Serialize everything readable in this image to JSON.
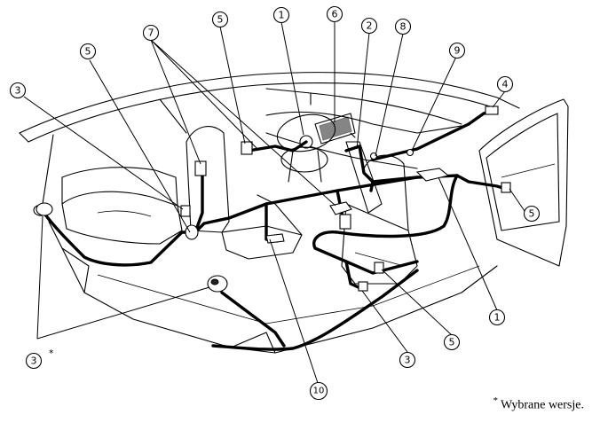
{
  "callouts": {
    "c1_top": "1",
    "c2": "2",
    "c3_left": "3",
    "c3_bottom_left": "3",
    "c3_bottom_mid": "3",
    "c4": "4",
    "c5_topleft": "5",
    "c5_topmid": "5",
    "c5_right": "5",
    "c5_bottom": "5",
    "c6": "6",
    "c7": "7",
    "c8": "8",
    "c9": "9",
    "c10": "10",
    "c1_bottom": "1"
  },
  "asterisk_mark": "*",
  "footnote": {
    "mark": "*",
    "text": "Wybrane wersje."
  }
}
